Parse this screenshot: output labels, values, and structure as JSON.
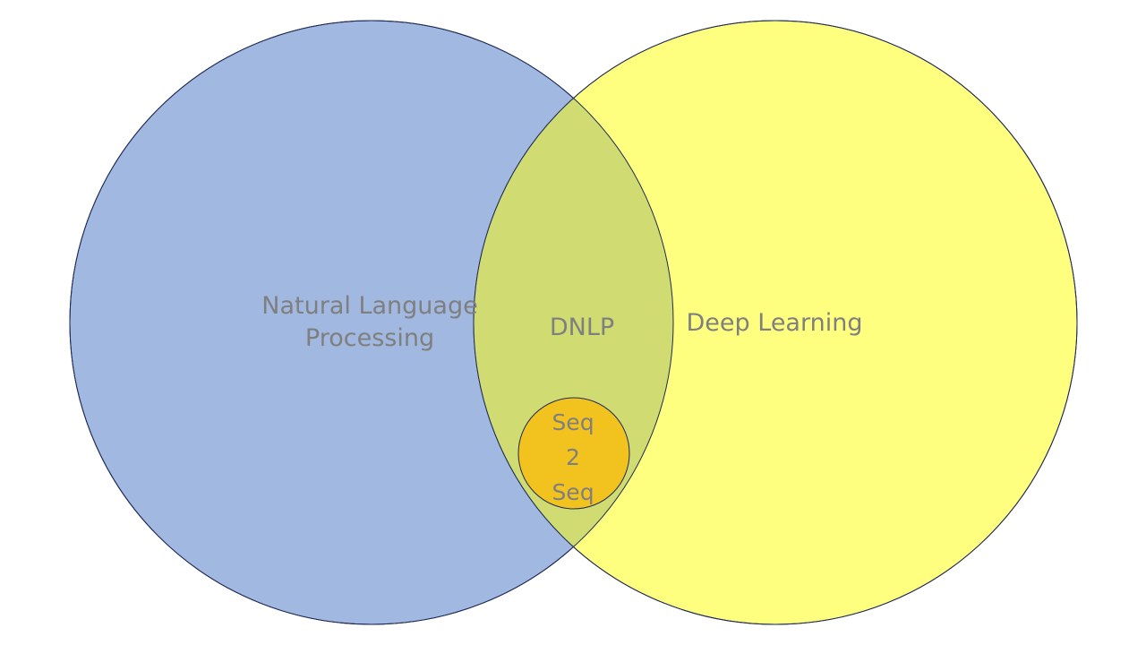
{
  "diagram": {
    "sets": [
      {
        "id": "nlp",
        "label_lines": [
          "Natural Language",
          "Processing"
        ],
        "color": "#a1b8e0"
      },
      {
        "id": "dl",
        "label": "Deep Learning",
        "color": "#ffff7f"
      }
    ],
    "intersection": {
      "label": "DNLP",
      "color": "#d0dc72"
    },
    "subset": {
      "label_lines": [
        "Seq",
        "2",
        "Seq"
      ],
      "color": "#f2c31e"
    },
    "text_color": "#7f7f7f",
    "outline_color": "#1f2a55"
  }
}
